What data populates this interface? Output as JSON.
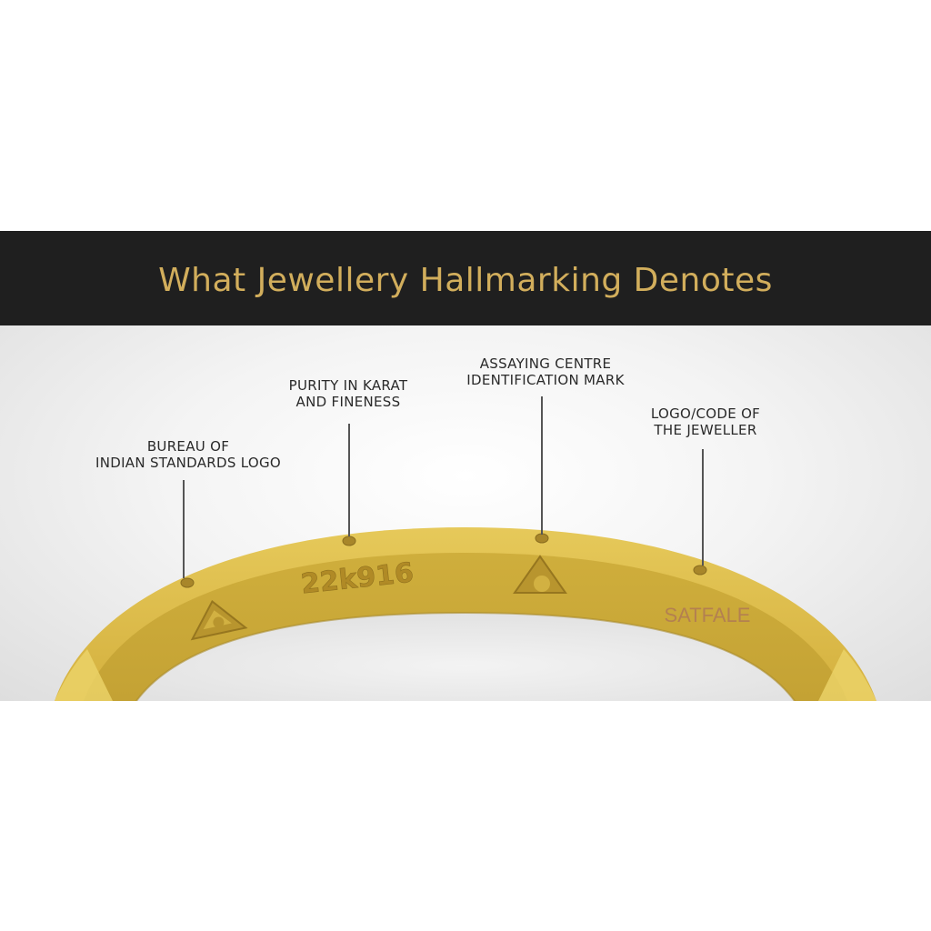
{
  "header": {
    "title": "What Jewellery Hallmarking Denotes"
  },
  "callouts": [
    {
      "line1": "BUREAU OF",
      "line2": "INDIAN STANDARDS LOGO"
    },
    {
      "line1": "PURITY IN KARAT",
      "line2": "AND FINENESS"
    },
    {
      "line1": "ASSAYING CENTRE",
      "line2": "IDENTIFICATION MARK"
    },
    {
      "line1": "LOGO/CODE OF",
      "line2": "THE JEWELLER"
    }
  ],
  "engravings": {
    "purity": "22k916",
    "jeweller_code": "SATFALE"
  },
  "colors": {
    "header_bg": "#1f1f1f",
    "title_gold": "#d2ae5c",
    "ring_gold": "#d9b844",
    "ring_inner": "#c9a93a",
    "engrave": "#b58f28",
    "jeweller_code": "#b07a55"
  },
  "icons": {
    "bis_logo": "bis-logo-icon",
    "assay_mark": "assay-mark-icon"
  }
}
